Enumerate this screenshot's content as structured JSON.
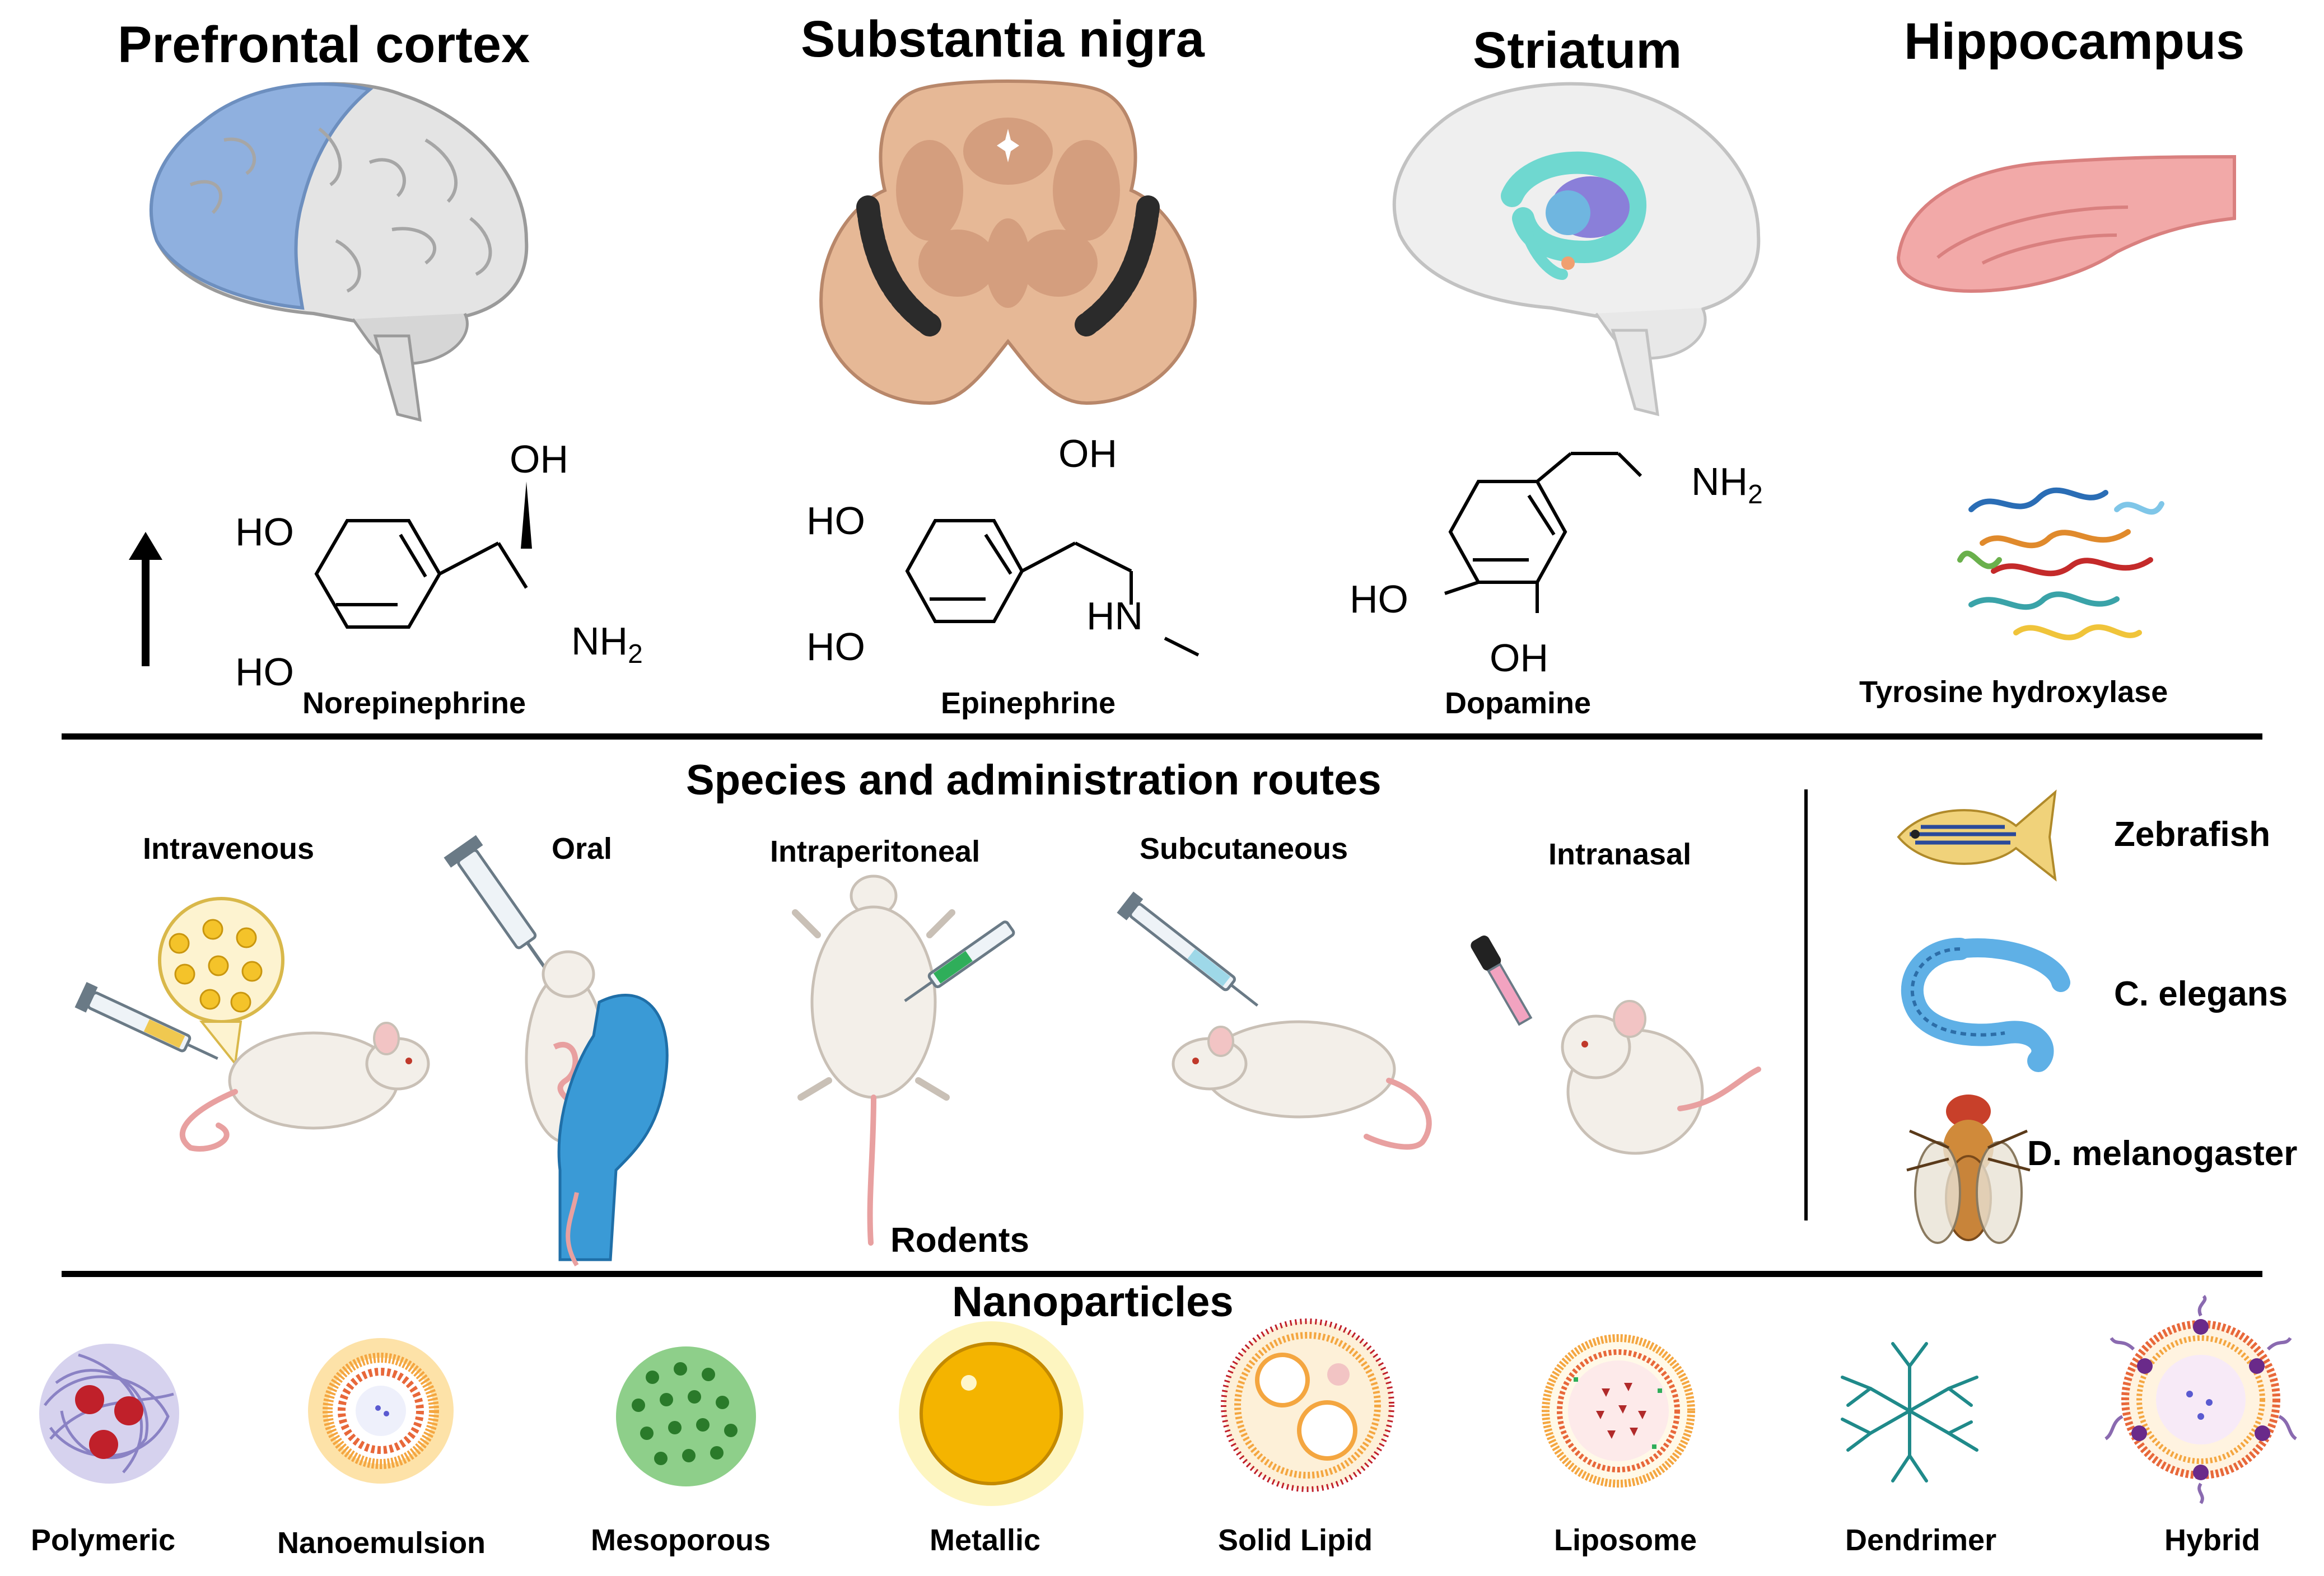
{
  "regions": {
    "prefrontal": "Prefrontal cortex",
    "substantia": "Substantia nigra",
    "striatum": "Striatum",
    "hippocampus": "Hippocampus"
  },
  "molecules": {
    "norepinephrine": "Norepinephrine",
    "epinephrine": "Epinephrine",
    "dopamine": "Dopamine",
    "tyrosine": "Tyrosine hydroxylase"
  },
  "atoms": {
    "oh": "OH",
    "ho": "HO",
    "nh2": "NH",
    "nh2_sub": "2",
    "hn": "HN"
  },
  "species_section": {
    "title": "Species and administration routes",
    "routes": {
      "intravenous": "Intravenous",
      "oral": "Oral",
      "intraperitoneal": "Intraperitoneal",
      "subcutaneous": "Subcutaneous",
      "intranasal": "Intranasal"
    },
    "rodents": "Rodents",
    "organisms": {
      "zebrafish": "Zebrafish",
      "celegans": "C. elegans",
      "drosophila": "D. melanogaster"
    }
  },
  "nanoparticles": {
    "title": "Nanoparticles",
    "items": {
      "polymeric": "Polymeric",
      "nanoemulsion": "Nanoemulsion",
      "mesoporous": "Mesoporous",
      "metallic": "Metallic",
      "solid_lipid": "Solid Lipid",
      "liposome": "Liposome",
      "dendrimer": "Dendrimer",
      "hybrid": "Hybrid"
    }
  },
  "colors": {
    "prefrontal": "#8fb0df",
    "brain": "#e4e4e4",
    "nigra": "#e6b896",
    "striatum": "#6fd8d0",
    "hippocampus": "#f2a9a8",
    "mouse": "#f3efe9",
    "glove": "#3a9ad6",
    "gold": "#f4b400"
  }
}
